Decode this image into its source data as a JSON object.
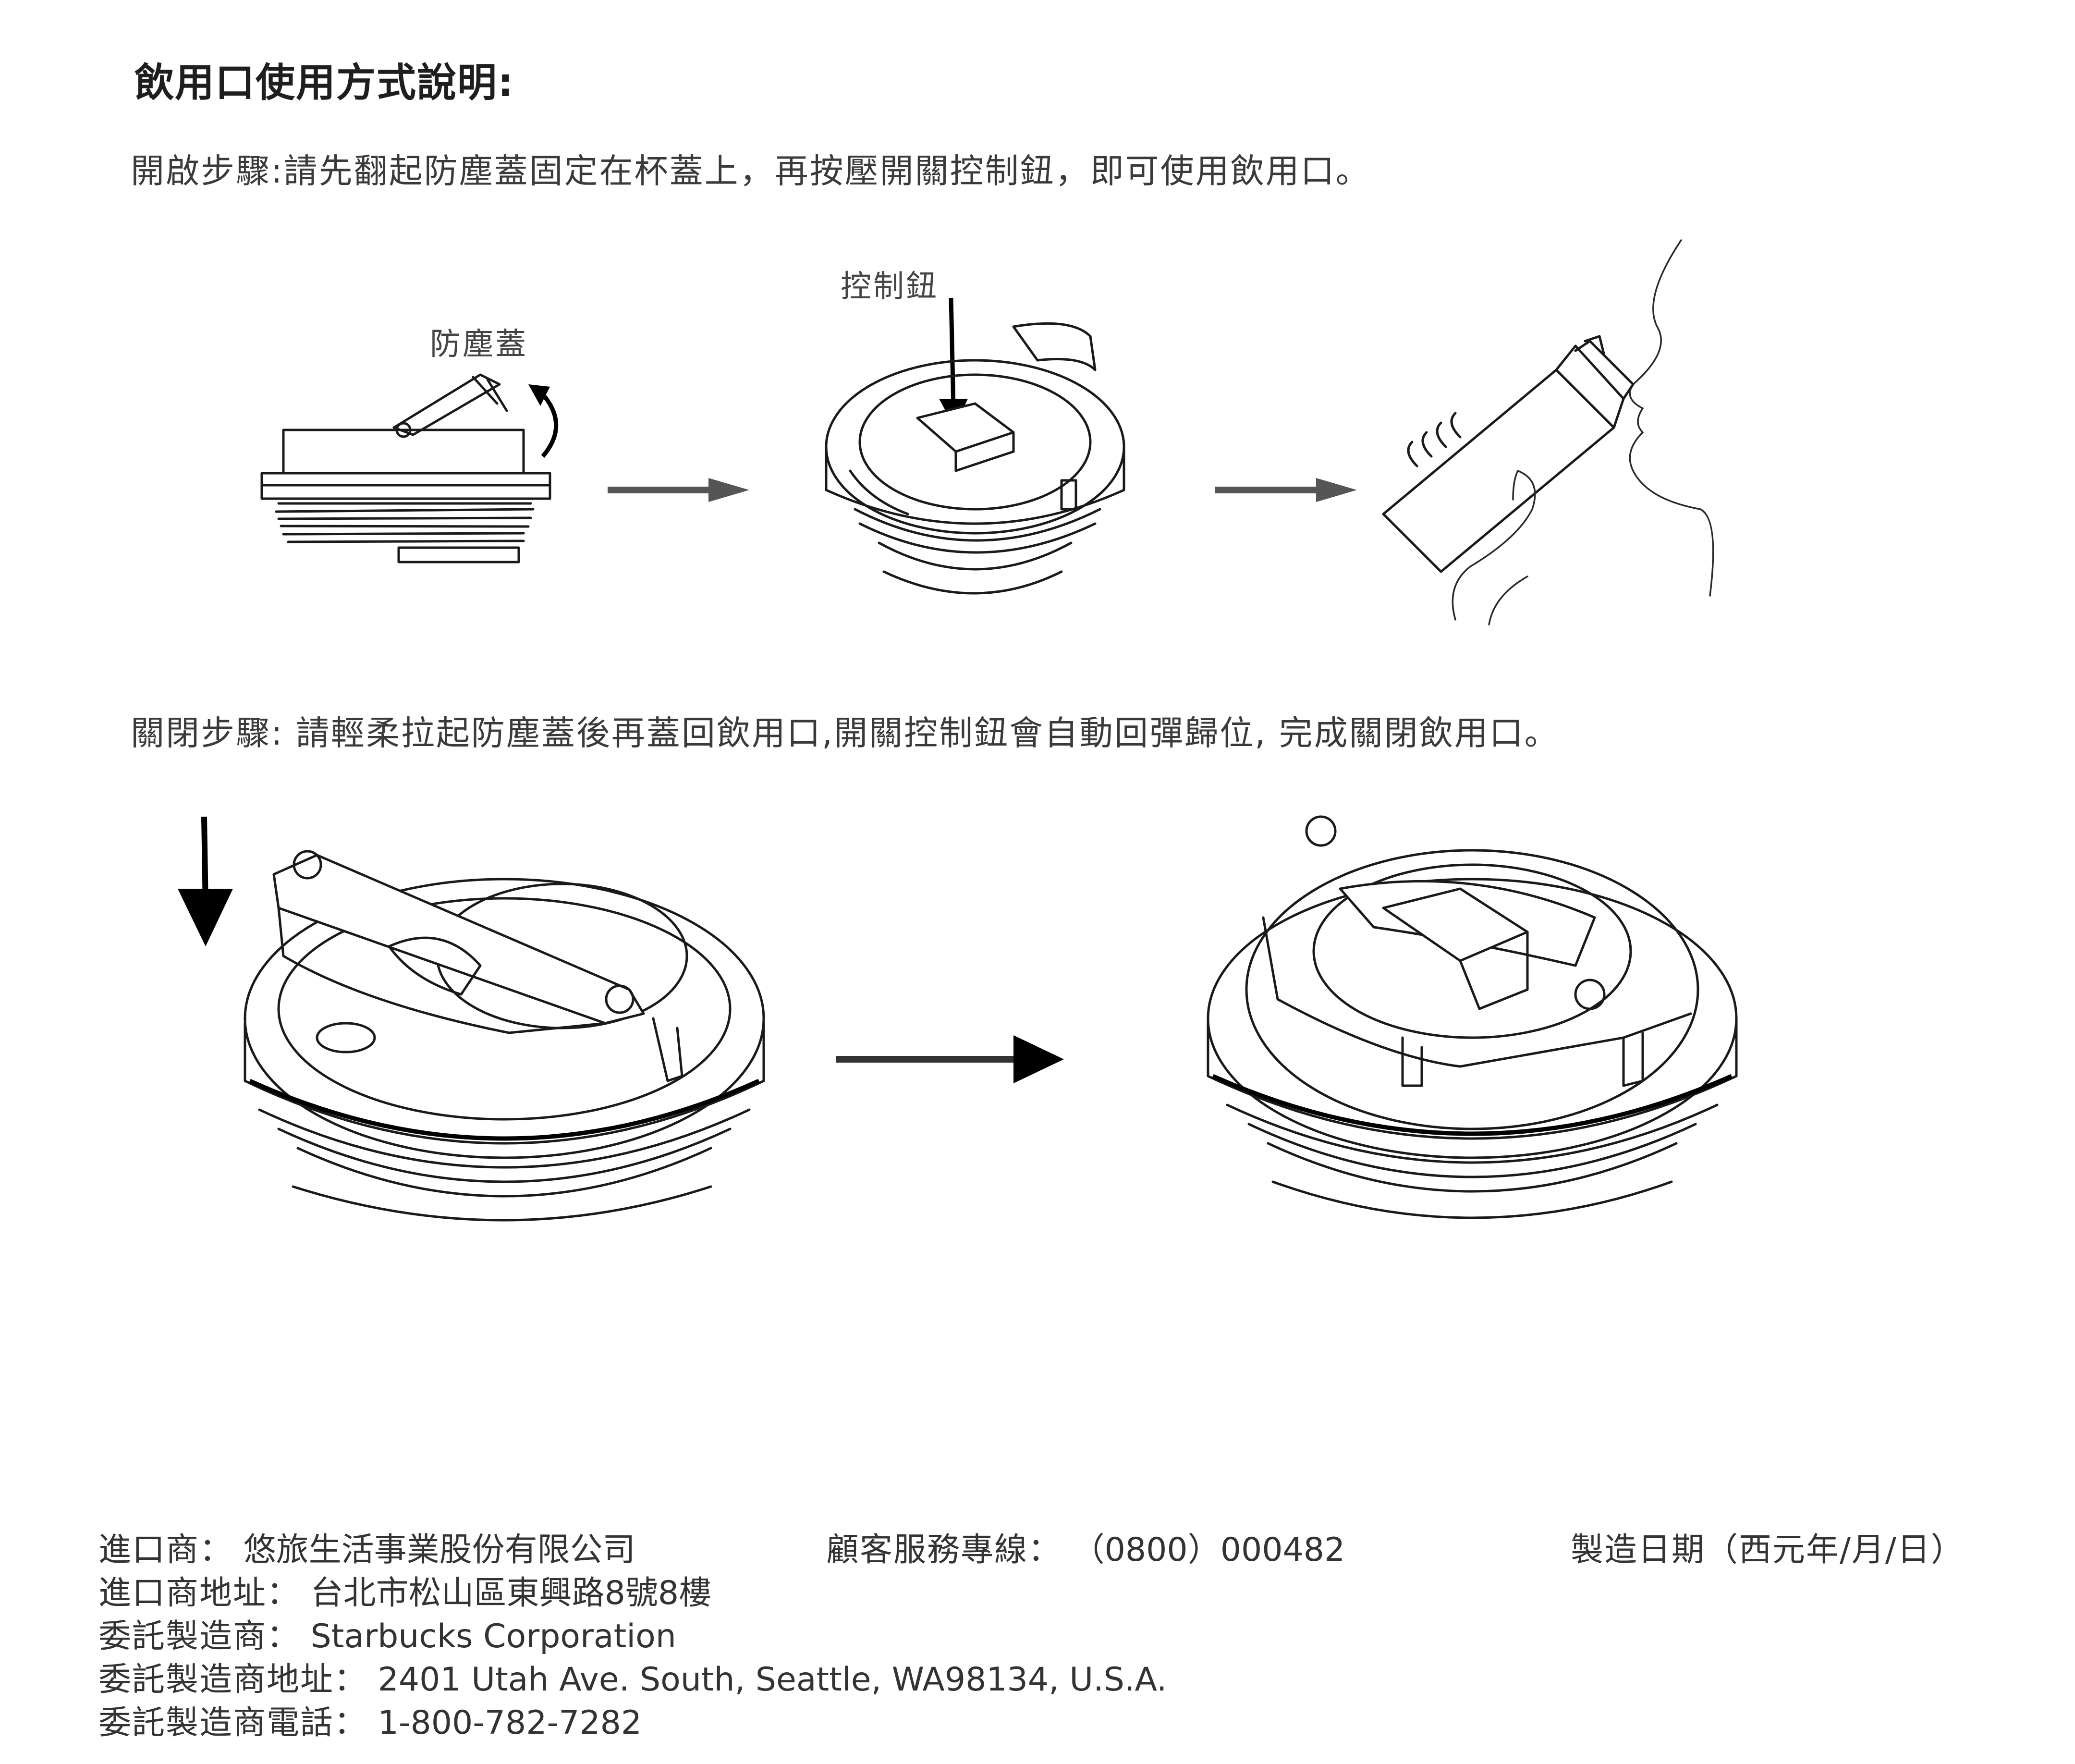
{
  "heading": "飲用口使用方式說明:",
  "opening": {
    "text": "開啟步驟:請先翻起防塵蓋固定在杯蓋上，再按壓開關控制鈕，即可使用飲用口。",
    "label_dust_cover": "防塵蓋",
    "label_control_button": "控制鈕"
  },
  "closing": {
    "text": "關閉步驟: 請輕柔拉起防塵蓋後再蓋回飲用口,開關控制鈕會自動回彈歸位, 完成關閉飲用口。"
  },
  "importer": {
    "key": "進口商：",
    "value": "悠旅生活事業股份有限公司"
  },
  "hotline": {
    "key": "顧客服務專線：",
    "value": "（0800）000482"
  },
  "manufacture_date": {
    "key": "製造日期（西元年/月/日）"
  },
  "importer_address": {
    "key": "進口商地址：",
    "value": "台北市松山區東興路8號8樓"
  },
  "manufacturer": {
    "key": "委託製造商：",
    "value": "Starbucks Corporation"
  },
  "manufacturer_address": {
    "key": "委託製造商地址：",
    "value": "2401 Utah Ave. South, Seattle, WA98134, U.S.A."
  },
  "manufacturer_phone": {
    "key": "委託製造商電話：",
    "value": "1-800-782-7282"
  }
}
